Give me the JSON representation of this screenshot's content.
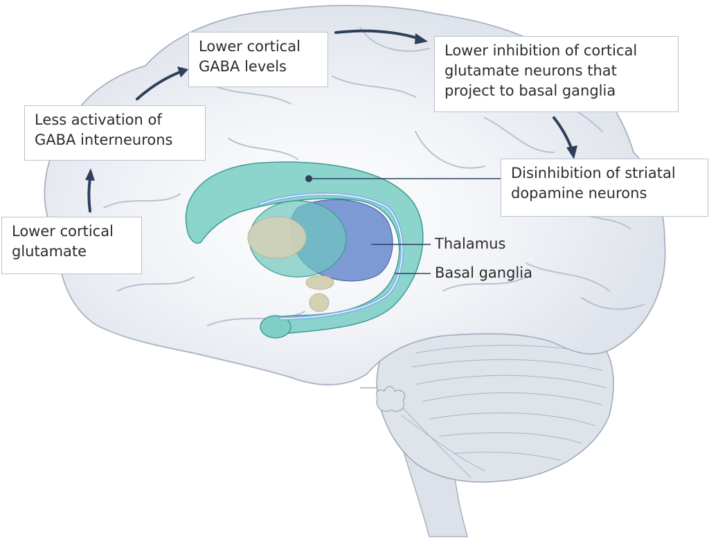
{
  "boxes": {
    "step1": "Lower cortical\nglutamate",
    "step2": "Less activation of\nGABA interneurons",
    "step3": "Lower cortical\nGABA levels",
    "step4": "Lower inhibition of cortical\nglutamate neurons that\nproject to basal ganglia",
    "step5": "Disinhibition of striatal\ndopamine neurons"
  },
  "labels": {
    "thalamus": "Thalamus",
    "basal_ganglia": "Basal ganglia"
  },
  "colors": {
    "brain_fill": "#e4e8ef",
    "brain_stroke": "#a7b1c2",
    "striatum": "#73c9c0",
    "thalamus": "#6f8fd0",
    "arrow": "#2e3f5c",
    "nucleus": "#cfcdb0"
  }
}
